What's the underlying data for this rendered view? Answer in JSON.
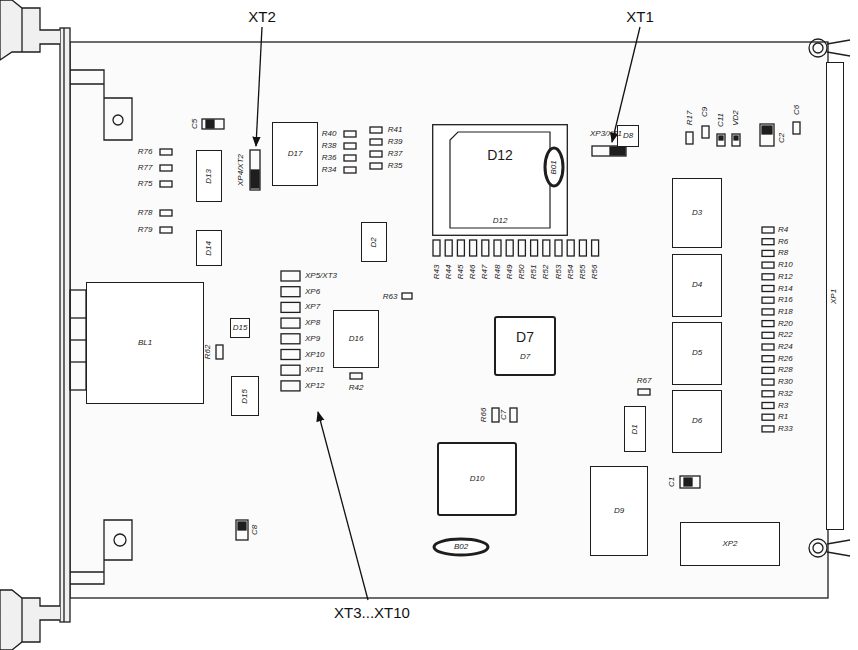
{
  "diagram": {
    "nodes": [
      {
        "text": [
          "D12",
          "D12"
        ]
      },
      {
        "text": [
          "B01"
        ]
      },
      {
        "text": [
          "D7",
          "D7"
        ]
      },
      {
        "text": [
          "D10"
        ]
      },
      {
        "text": [
          "B02"
        ]
      },
      {
        "text": [
          "D3"
        ]
      },
      {
        "text": [
          "D4"
        ]
      },
      {
        "text": [
          "D5"
        ]
      },
      {
        "text": [
          "D6"
        ]
      },
      {
        "text": [
          "D1"
        ]
      },
      {
        "text": [
          "D9"
        ]
      },
      {
        "text": [
          "XP2"
        ]
      },
      {
        "text": [
          "XP1"
        ]
      },
      {
        "text": [
          "BL1"
        ]
      },
      {
        "text": [
          "D13"
        ]
      },
      {
        "text": [
          "D14"
        ]
      },
      {
        "text": [
          "D15"
        ]
      },
      {
        "text": [
          "D15"
        ]
      },
      {
        "text": [
          "D16"
        ]
      },
      {
        "text": [
          "D17"
        ]
      },
      {
        "text": [
          "D2"
        ]
      },
      {
        "text": [
          "D8"
        ]
      }
    ],
    "labels": [
      "XT2",
      "XT1",
      "XT3...XT10",
      "R76",
      "R77",
      "R75",
      "R78",
      "R79",
      "C5",
      "XP4/XT2",
      "R40",
      "R38",
      "R36",
      "R34",
      "R41",
      "R39",
      "R37",
      "R35",
      "XP3/XT1",
      "R17",
      "C9",
      "C11",
      "VD2",
      "C2",
      "C6",
      "R4",
      "R6",
      "R8",
      "R10",
      "R12",
      "R14",
      "R16",
      "R18",
      "R20",
      "R22",
      "R24",
      "R26",
      "R28",
      "R30",
      "R32",
      "R3",
      "R1",
      "R33",
      "R43",
      "R44",
      "R45",
      "R46",
      "R47",
      "R48",
      "R49",
      "R50",
      "R51",
      "R52",
      "R53",
      "R54",
      "R55",
      "R56",
      "XP5/XT3",
      "XP6",
      "XP7",
      "XP8",
      "XP9",
      "XP10",
      "XP11",
      "XP12",
      "R63",
      "R42",
      "R62",
      "R66",
      "C7",
      "R67",
      "C1",
      "C8"
    ]
  }
}
